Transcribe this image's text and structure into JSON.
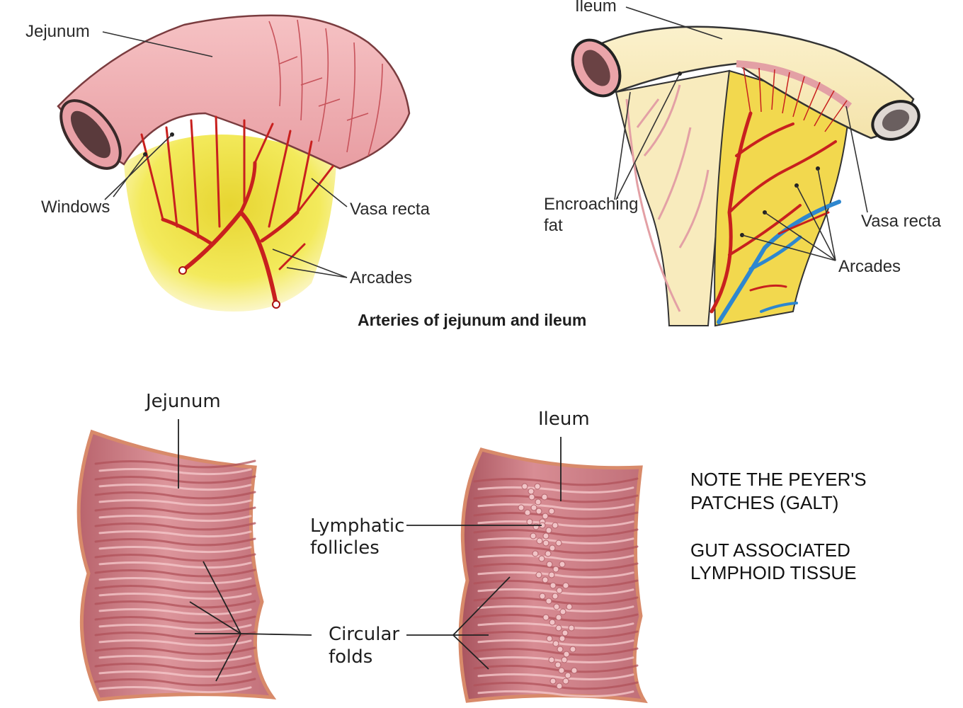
{
  "top_diagram": {
    "caption": "Arteries of jejunum and ileum",
    "jejunum_panel": {
      "labels": {
        "jejunum": "Jejunum",
        "windows": "Windows",
        "vasa_recta": "Vasa recta",
        "arcades": "Arcades"
      }
    },
    "ileum_panel": {
      "labels": {
        "ileum": "Ileum",
        "encroaching_fat_line1": "Encroaching",
        "encroaching_fat_line2": "fat",
        "vasa_recta": "Vasa recta",
        "arcades": "Arcades"
      }
    }
  },
  "bottom_diagram": {
    "jejunum_label": "Jejunum",
    "ileum_label": "Ileum",
    "lymphatic_line1": "Lymphatic",
    "lymphatic_line2": "follicles",
    "circular_line1": "Circular",
    "circular_line2": "folds"
  },
  "note": {
    "line1": "NOTE THE PEYER'S",
    "line2": "PATCHES (GALT)",
    "line3": "GUT ASSOCIATED",
    "line4": "LYMPHOID TISSUE"
  },
  "colors": {
    "jejunum_wall": "#f0a9ad",
    "ileum_wall": "#f8ebbd",
    "mesentery_fat": "#f2e34a",
    "artery": "#c8201e",
    "vein": "#2e87cf",
    "mucosa": "#d98a92"
  }
}
